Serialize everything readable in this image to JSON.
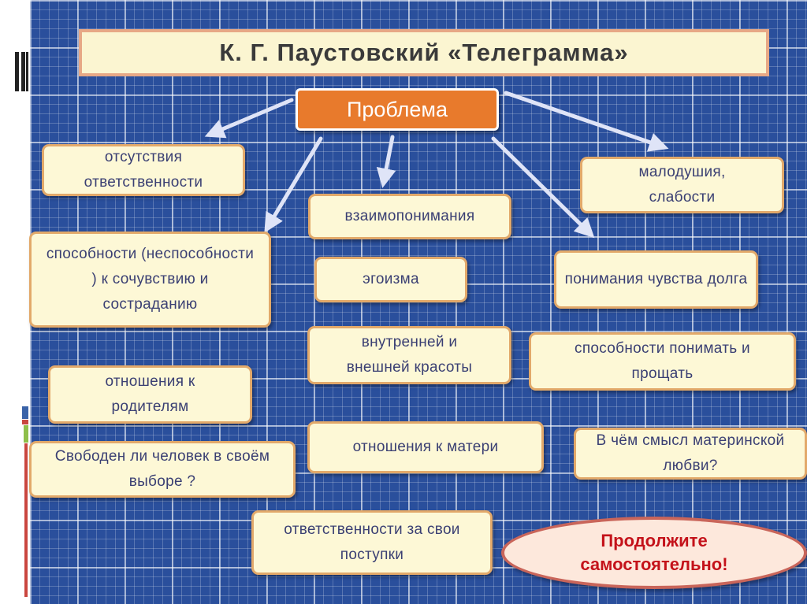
{
  "title": "К. Г. Паустовский   «Телеграмма»",
  "center": "Проблема",
  "items": {
    "responsibility_absence": "отсутствия ответственности",
    "cowardice": "малодушия, слабости",
    "mutual_understanding": "взаимопонимания",
    "compassion": "способности (неспособности ) к сочувствию и состраданию",
    "egoism": "эгоизма",
    "duty": "понимания чувства долга",
    "beauty": "внутренней и внешней красоты",
    "forgive": "способности понимать и прощать",
    "parents": "отношения к родителям",
    "mother": "отношения к матери",
    "love_meaning": "В чём смысл материнской любви?",
    "choice": "Свободен ли человек в своём выборе ?",
    "deeds": "ответственности за свои поступки"
  },
  "call_to_action": "Продолжите самостоятельно!",
  "colors": {
    "grid_blue": "#2a4f9c",
    "card_fill": "#fdf8d6",
    "card_border": "#e2a96a",
    "problem_orange": "#e87a2c",
    "cta_red": "#c4121a"
  }
}
